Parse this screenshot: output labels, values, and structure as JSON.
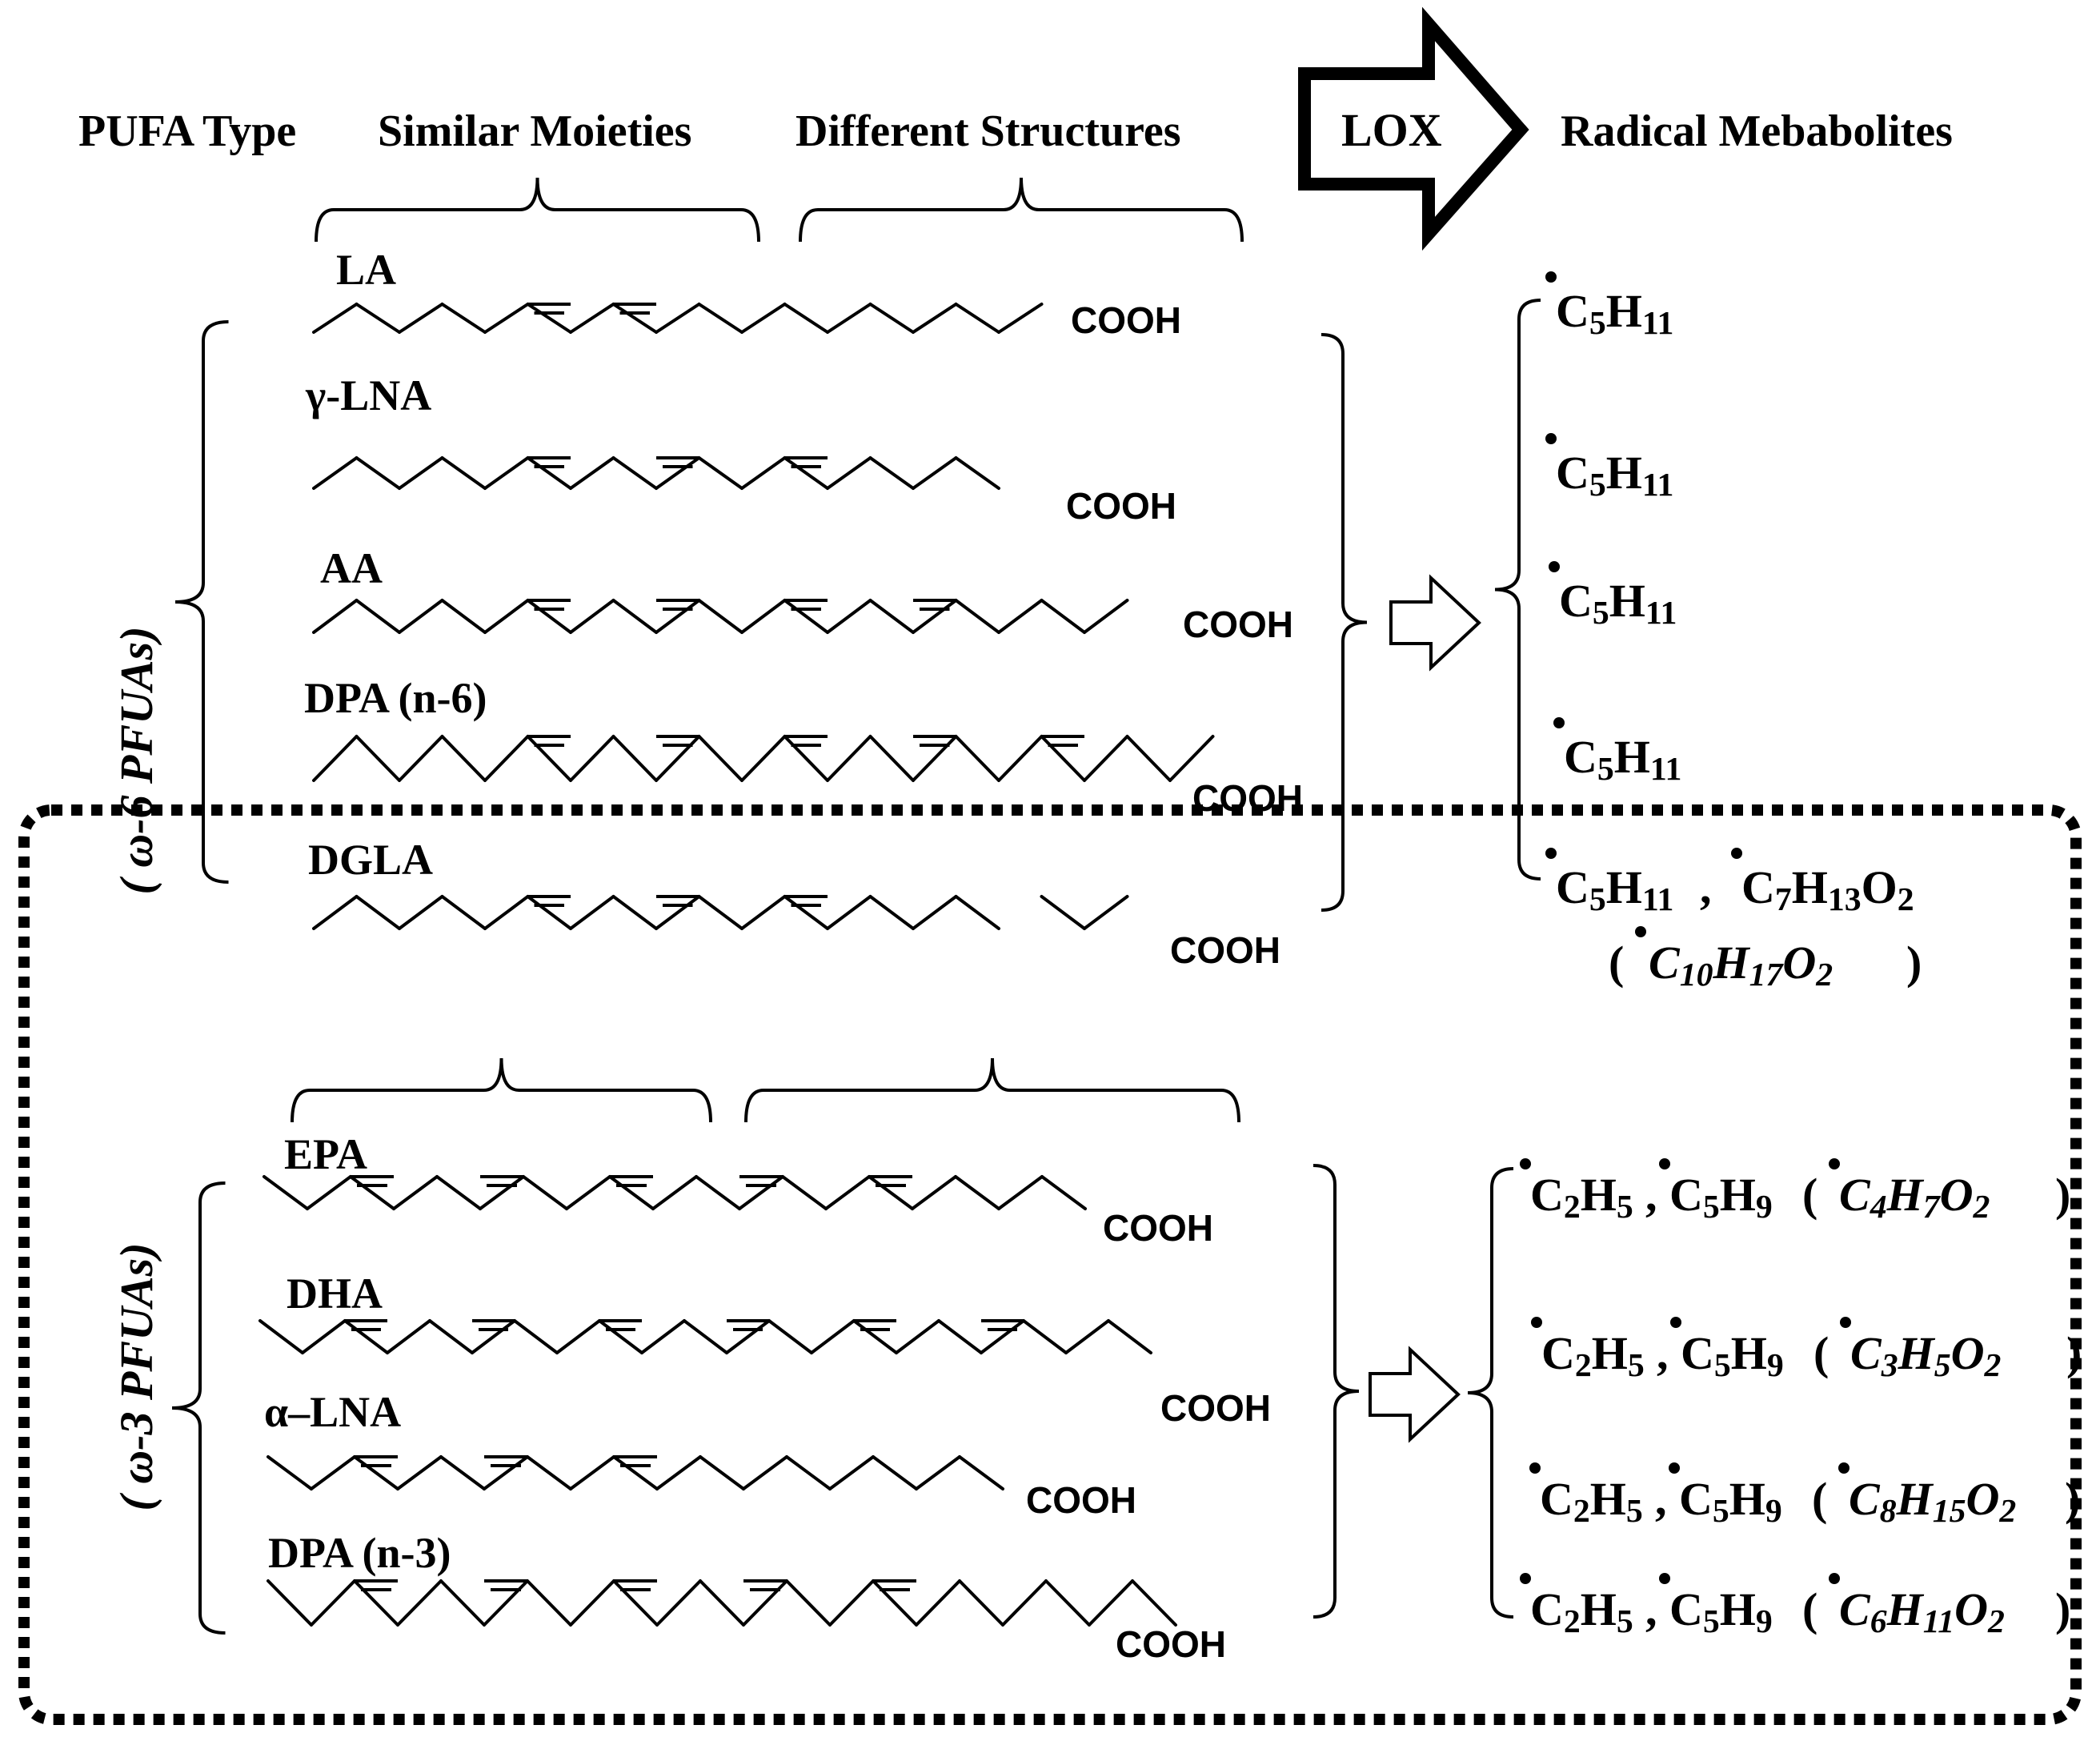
{
  "header": {
    "pufa_type": "PUFA Type",
    "similar_moieties": "Similar Moieties",
    "different_structures": "Different Structures",
    "enzyme": "LOX",
    "radical_metabolites": "Radical Mebabolites"
  },
  "groups": {
    "omega6": {
      "label": "( ω-6 PFUAs)"
    },
    "omega3": {
      "label": "( ω-3 PFUAs)"
    }
  },
  "acid_group": "COOH",
  "chains": [
    {
      "id": "la",
      "name": "LA",
      "bonds": 17,
      "double_bonds": [
        5,
        7
      ]
    },
    {
      "id": "gla",
      "name": "γ-LNA",
      "bonds": 16,
      "double_bonds": [
        5,
        8,
        11
      ]
    },
    {
      "id": "aa",
      "name": "AA",
      "bonds": 19,
      "double_bonds": [
        5,
        8,
        11,
        14
      ]
    },
    {
      "id": "dpa6",
      "name": "DPA (n-6)",
      "bonds": 21,
      "double_bonds": [
        5,
        8,
        11,
        14,
        17
      ]
    },
    {
      "id": "dgla",
      "name": "DGLA",
      "bonds": 19,
      "double_bonds": [
        5,
        8,
        11
      ]
    },
    {
      "id": "epa",
      "name": "EPA",
      "bonds": 19,
      "double_bonds": [
        2,
        5,
        8,
        11,
        14
      ]
    },
    {
      "id": "dha",
      "name": "DHA",
      "bonds": 21,
      "double_bonds": [
        2,
        5,
        8,
        11,
        14,
        17
      ]
    },
    {
      "id": "alna",
      "name": "α–LNA",
      "bonds": 17,
      "double_bonds": [
        2,
        5,
        8
      ]
    },
    {
      "id": "dpa3",
      "name": "DPA (n-3)",
      "bonds": 21,
      "double_bonds": [
        2,
        5,
        8,
        11,
        14
      ]
    }
  ],
  "omega6_metabolites": [
    {
      "radicals": [
        {
          "formula": [
            "C",
            "5",
            "H",
            "11"
          ]
        }
      ]
    },
    {
      "radicals": [
        {
          "formula": [
            "C",
            "5",
            "H",
            "11"
          ]
        }
      ]
    },
    {
      "radicals": [
        {
          "formula": [
            "C",
            "5",
            "H",
            "11"
          ]
        }
      ]
    },
    {
      "radicals": [
        {
          "formula": [
            "C",
            "5",
            "H",
            "11"
          ]
        }
      ]
    },
    {
      "radicals": [
        {
          "formula": [
            "C",
            "5",
            "H",
            "11"
          ]
        },
        {
          "formula": [
            "C",
            "7",
            "H",
            "13",
            "O",
            "2"
          ]
        }
      ],
      "alternative": {
        "formula": [
          "C",
          "10",
          "H",
          "17",
          "O",
          "2"
        ]
      }
    }
  ],
  "omega3_metabolites": [
    {
      "radicals": [
        {
          "formula": [
            "C",
            "2",
            "H",
            "5"
          ]
        },
        {
          "formula": [
            "C",
            "5",
            "H",
            "9"
          ]
        }
      ],
      "alternative": {
        "formula": [
          "C",
          "4",
          "H",
          "7",
          "O",
          "2"
        ]
      }
    },
    {
      "radicals": [
        {
          "formula": [
            "C",
            "2",
            "H",
            "5"
          ]
        },
        {
          "formula": [
            "C",
            "5",
            "H",
            "9"
          ]
        }
      ],
      "alternative": {
        "formula": [
          "C",
          "3",
          "H",
          "5",
          "O",
          "2"
        ]
      }
    },
    {
      "radicals": [
        {
          "formula": [
            "C",
            "2",
            "H",
            "5"
          ]
        },
        {
          "formula": [
            "C",
            "5",
            "H",
            "9"
          ]
        }
      ],
      "alternative": {
        "formula": [
          "C",
          "8",
          "H",
          "15",
          "O",
          "2"
        ]
      }
    },
    {
      "radicals": [
        {
          "formula": [
            "C",
            "2",
            "H",
            "5"
          ]
        },
        {
          "formula": [
            "C",
            "5",
            "H",
            "9"
          ]
        }
      ],
      "alternative": {
        "formula": [
          "C",
          "6",
          "H",
          "11",
          "O",
          "2"
        ]
      }
    }
  ]
}
